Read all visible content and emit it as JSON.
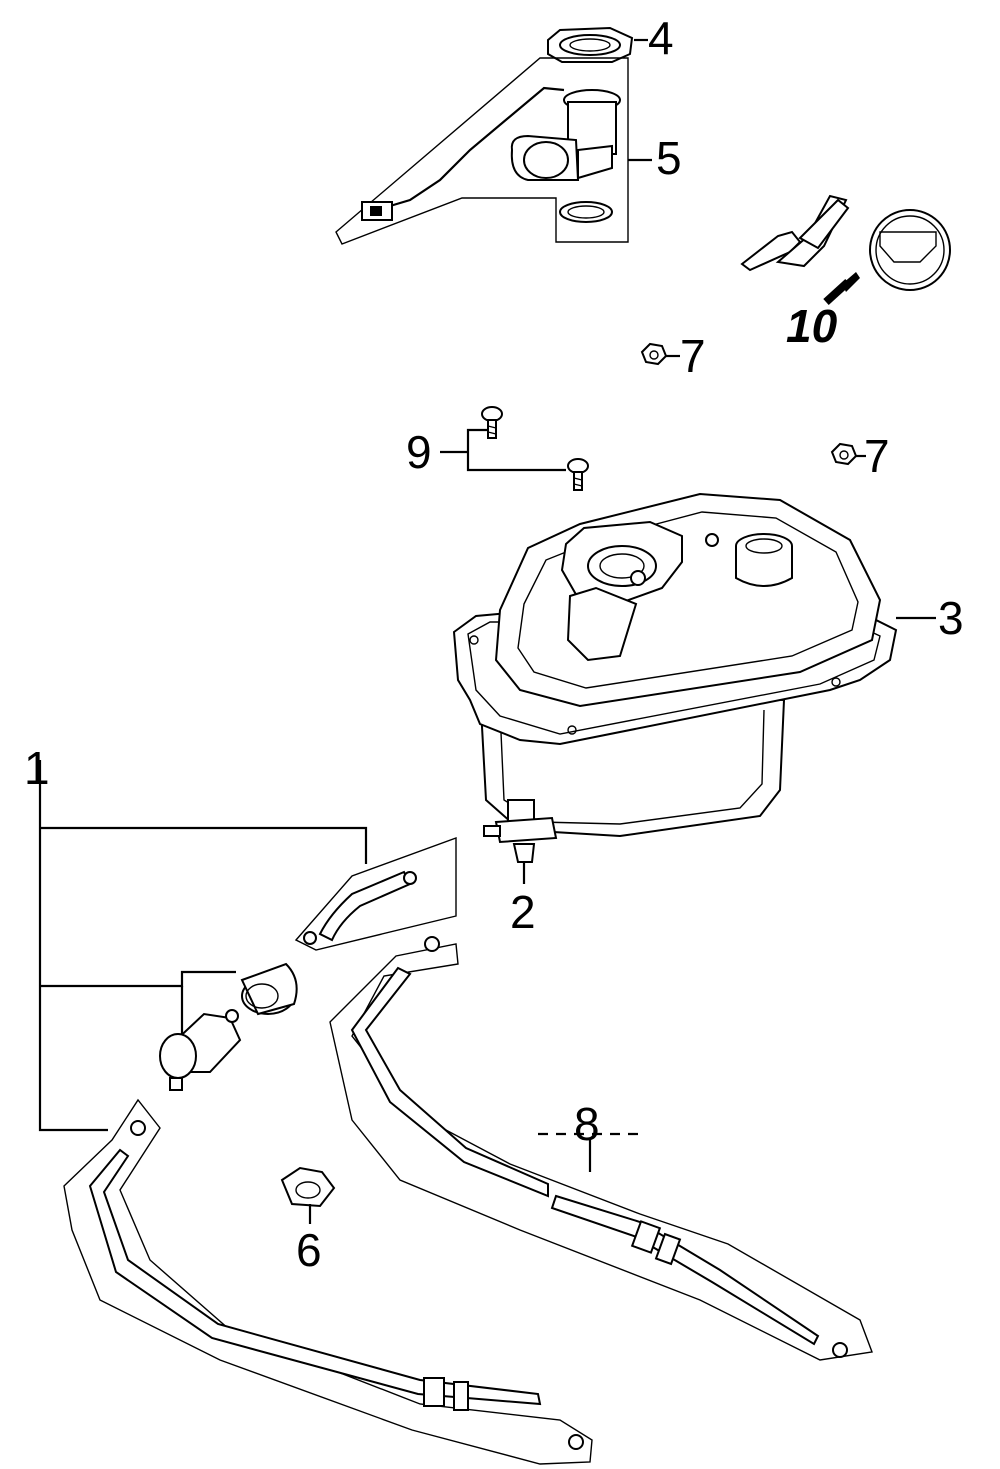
{
  "diagram": {
    "callouts": {
      "c1": "1",
      "c2": "2",
      "c3": "3",
      "c4": "4",
      "c5": "5",
      "c6": "6",
      "c7a": "7",
      "c7b": "7",
      "c8": "8",
      "c9": "9",
      "c10": "10"
    },
    "colors": {
      "line": "#000000",
      "background": "#ffffff"
    }
  }
}
